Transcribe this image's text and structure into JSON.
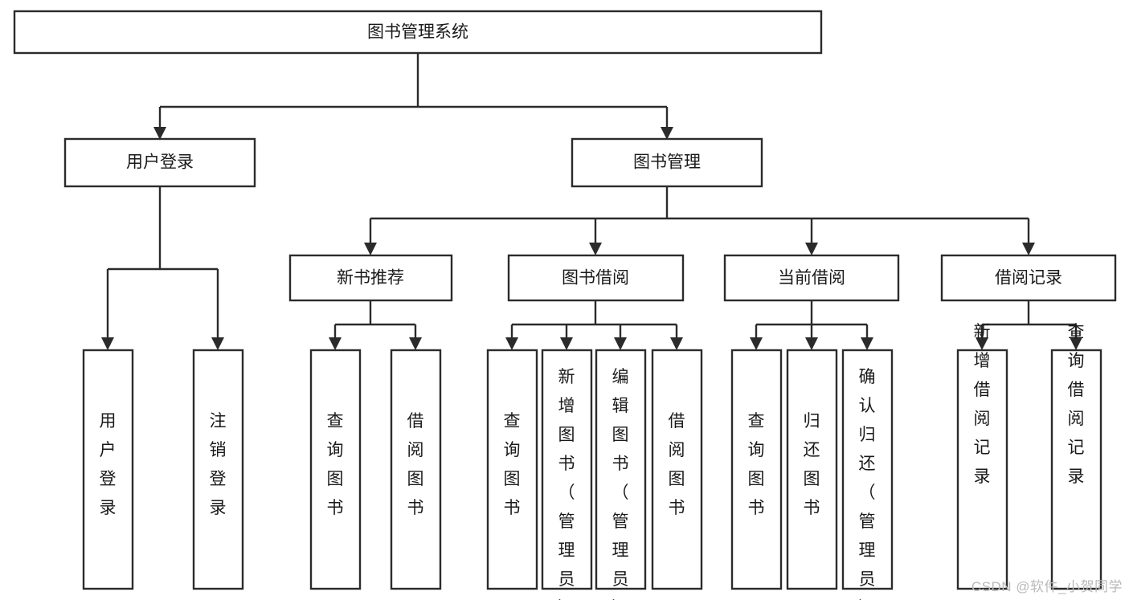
{
  "diagram": {
    "title": "图书管理系统",
    "type": "hierarchy-tree",
    "watermark": "CSDN @软件_小贺同学",
    "colors": {
      "stroke": "#2b2b2b",
      "fill": "#ffffff",
      "text": "#1a1a1a",
      "watermark": "#b9b9b9",
      "background": "#ffffff"
    },
    "levels": {
      "root": "图书管理系统",
      "level2": [
        "用户登录",
        "图书管理"
      ],
      "level3": [
        "新书推荐",
        "图书借阅",
        "当前借阅",
        "借阅记录"
      ],
      "level4_groups": [
        {
          "parent": "用户登录",
          "children": [
            "用户登录",
            "注销登录"
          ]
        },
        {
          "parent": "新书推荐",
          "children": [
            "查询图书",
            "借阅图书"
          ]
        },
        {
          "parent": "图书借阅",
          "children": [
            "查询图书",
            "新增图书（管理员）",
            "编辑图书（管理员）",
            "借阅图书"
          ]
        },
        {
          "parent": "当前借阅",
          "children": [
            "查询图书",
            "归还图书",
            "确认归还（管理员）"
          ]
        },
        {
          "parent": "借阅记录",
          "children": [
            "新增借阅记录",
            "查询借阅记录"
          ]
        }
      ]
    },
    "nodes": {
      "root": {
        "label": "图书管理系统"
      },
      "user_login": {
        "label": "用户登录"
      },
      "book_manage": {
        "label": "图书管理"
      },
      "new_book_rec": {
        "label": "新书推荐"
      },
      "book_borrow": {
        "label": "图书借阅"
      },
      "current_borrow": {
        "label": "当前借阅"
      },
      "borrow_record": {
        "label": "借阅记录"
      },
      "leaf_user_login": {
        "label": "用户登录"
      },
      "leaf_logout": {
        "label": "注销登录"
      },
      "leaf_query_book_1": {
        "label": "查询图书"
      },
      "leaf_borrow_book_1": {
        "label": "借阅图书"
      },
      "leaf_query_book_2": {
        "label": "查询图书"
      },
      "leaf_add_book": {
        "label": "新增图书（管理员）"
      },
      "leaf_edit_book": {
        "label": "编辑图书（管理员）"
      },
      "leaf_borrow_book_2": {
        "label": "借阅图书"
      },
      "leaf_query_book_3": {
        "label": "查询图书"
      },
      "leaf_return_book": {
        "label": "归还图书"
      },
      "leaf_confirm_return": {
        "label": "确认归还（管理员）"
      },
      "leaf_add_record": {
        "label": "新增借阅记录"
      },
      "leaf_query_record": {
        "label": "查询借阅记录"
      }
    }
  }
}
